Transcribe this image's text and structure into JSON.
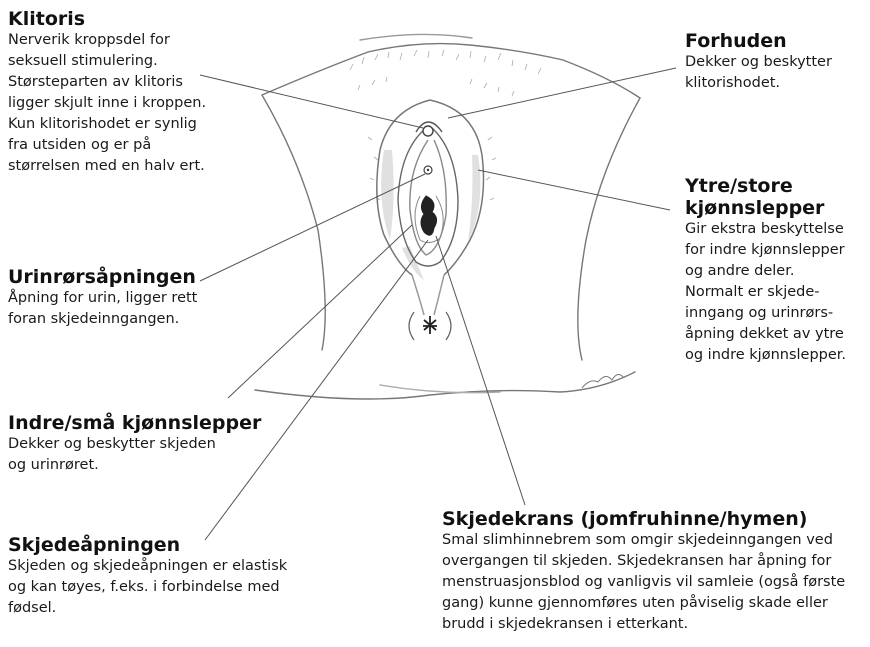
{
  "labels": {
    "klitoris": {
      "title": "Klitoris",
      "lines": [
        "Nerverik kroppsdel for",
        "seksuell stimulering.",
        "Størsteparten av klitoris",
        "ligger skjult inne i kroppen.",
        "Kun klitorishodet er synlig",
        "fra utsiden og er på",
        "størrelsen med en halv ert."
      ]
    },
    "forhuden": {
      "title": "Forhuden",
      "lines": [
        "Dekker og beskytter",
        "klitorishodet."
      ]
    },
    "ytre": {
      "title_lines": [
        "Ytre/store",
        "kjønnslepper"
      ],
      "lines": [
        "Gir ekstra beskyttelse",
        "for indre kjønnslepper",
        "og andre deler.",
        "Normalt er skjede-",
        "inngang og urinrørs-",
        "åpning dekket av ytre",
        "og indre kjønnslepper."
      ]
    },
    "urinror": {
      "title": "Urinrørsåpningen",
      "lines": [
        "Åpning for urin, ligger rett",
        "foran skjedeinngangen."
      ]
    },
    "indre": {
      "title": "Indre/små kjønnslepper",
      "lines": [
        "Dekker og beskytter skjeden",
        "og urinrøret."
      ]
    },
    "skjedeapning": {
      "title": "Skjedeåpningen",
      "lines": [
        "Skjeden og skjedeåpningen er elastisk",
        "og kan tøyes, f.eks. i forbindelse med",
        "fødsel."
      ]
    },
    "skjedekrans": {
      "title": "Skjedekrans (jomfruhinne/hymen)",
      "lines": [
        "Smal slimhinnebrem som omgir skjedeinngangen ved",
        "overgangen til skjeden. Skjedekransen har åpning for",
        "menstruasjonsblod og vanligvis vil samleie (også første",
        "gang) kunne gjennomføres uten påviselig skade eller",
        "brudd i skjedekransen i etterkant."
      ]
    }
  },
  "colors": {
    "text": "#1a1a1a",
    "leader": "#555555",
    "outline": "#777777",
    "shade": "#c8c8c8"
  }
}
